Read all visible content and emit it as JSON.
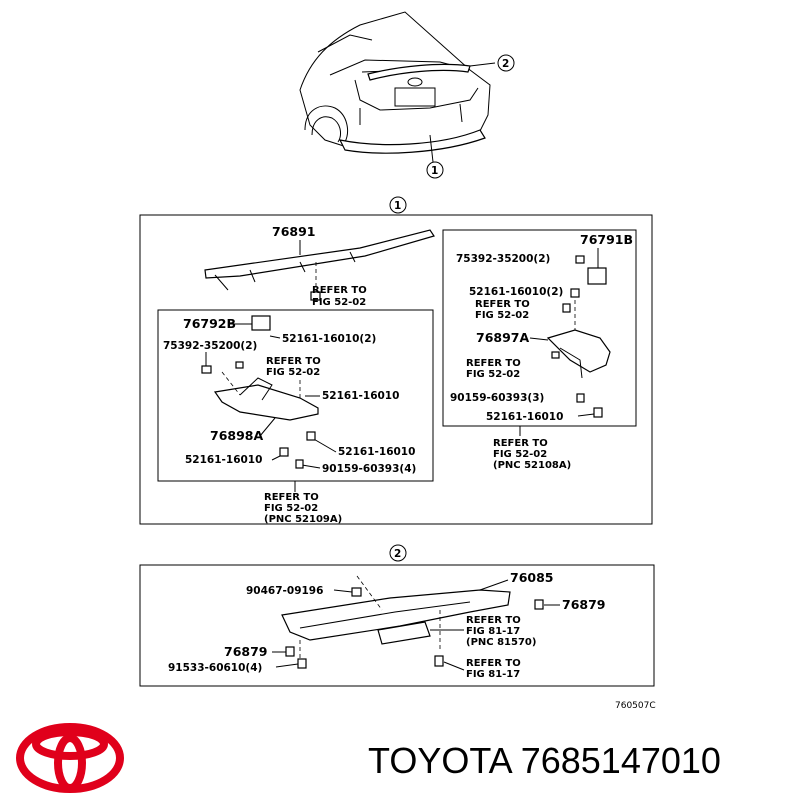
{
  "callouts": {
    "c1": "1",
    "c2": "2"
  },
  "section1": {
    "top_part": "76891",
    "top_refer": [
      "REFER TO",
      "FIG 52-02"
    ],
    "left_box": {
      "part_b": "76792B",
      "p1": "75392-35200(2)",
      "p2": "52161-16010(2)",
      "refer": [
        "REFER TO",
        "FIG 52-02"
      ],
      "p3": "52161-16010",
      "part_a": "76898A",
      "p4": "52161-16010",
      "p5": "52161-16010",
      "p6": "90159-60393(4)"
    },
    "left_refer": [
      "REFER TO",
      "FIG 52-02",
      "(PNC 52109A)"
    ],
    "right_box": {
      "part_b": "76791B",
      "p1": "75392-35200(2)",
      "p2": "52161-16010(2)",
      "refer1": [
        "REFER TO",
        "FIG 52-02"
      ],
      "part_a": "76897A",
      "refer2": [
        "REFER TO",
        "FIG 52-02"
      ],
      "p3": "90159-60393(3)",
      "p4": "52161-16010"
    },
    "right_refer": [
      "REFER TO",
      "FIG 52-02",
      "(PNC 52108A)"
    ]
  },
  "section2": {
    "p1": "90467-09196",
    "p2": "76085",
    "p3": "76879",
    "refer1": [
      "REFER TO",
      "FIG 81-17",
      "(PNC 81570)"
    ],
    "p4": "76879",
    "p5": "91533-60610(4)",
    "refer2": [
      "REFER TO",
      "FIG 81-17"
    ]
  },
  "diagram_code": "760507C",
  "brand": {
    "name": "TOYOTA",
    "part_number": "7685147010",
    "logo_color": "#e0001b"
  }
}
